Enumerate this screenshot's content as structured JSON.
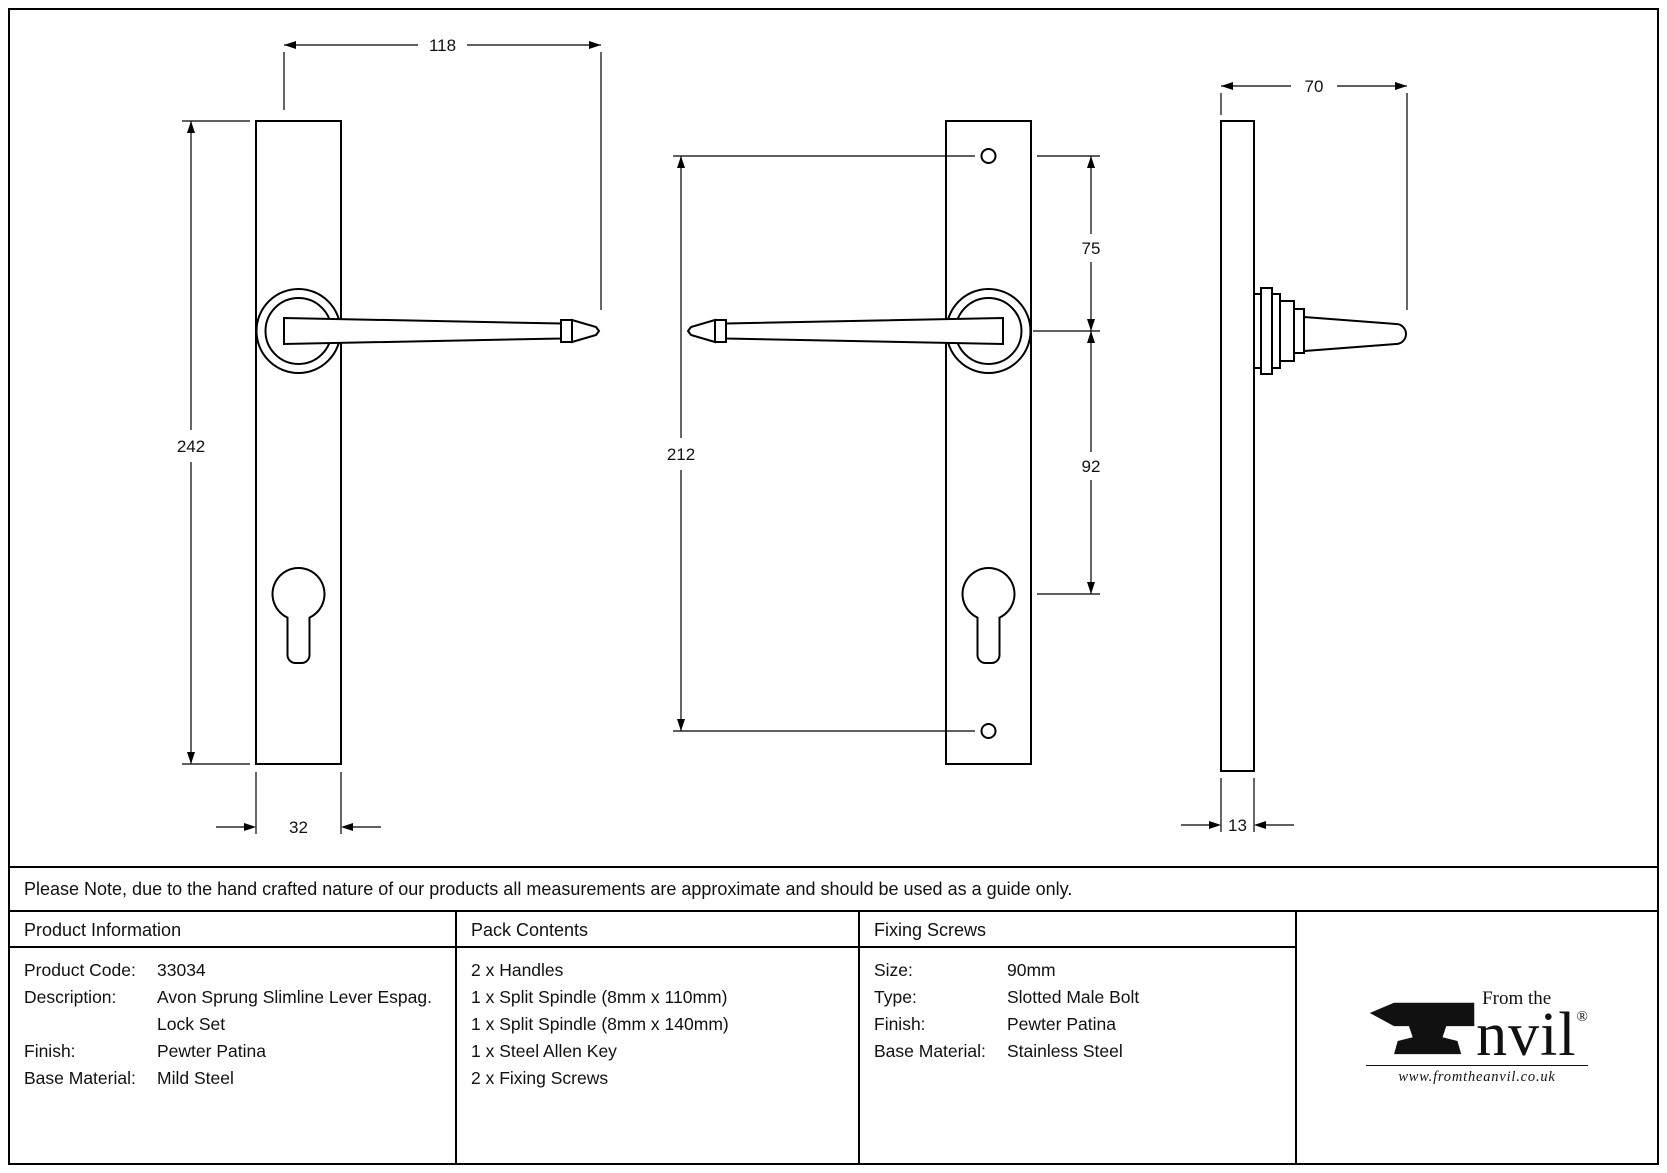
{
  "note": "Please Note, due to the hand crafted nature of our products all measurements are approximate and should be used as a guide only.",
  "drawing": {
    "front": {
      "lever_length": "118",
      "plate_height": "242",
      "plate_width": "32"
    },
    "middle": {
      "hole_spacing": "212",
      "top_hole_to_handle": "75",
      "handle_to_keyhole": "92"
    },
    "side": {
      "projection": "70",
      "plate_thickness": "13"
    }
  },
  "product_info": {
    "header": "Product Information",
    "rows": [
      {
        "label": "Product Code:",
        "value": "33034"
      },
      {
        "label": "Description:",
        "value": "Avon Sprung Slimline Lever Espag. Lock Set"
      },
      {
        "label": "Finish:",
        "value": "Pewter Patina"
      },
      {
        "label": "Base Material:",
        "value": "Mild Steel"
      }
    ]
  },
  "pack_contents": {
    "header": "Pack Contents",
    "items": [
      "2 x Handles",
      "1 x Split Spindle (8mm x 110mm)",
      "1 x Split Spindle (8mm x 140mm)",
      "1 x Steel Allen Key",
      "2 x Fixing Screws"
    ]
  },
  "fixing_screws": {
    "header": "Fixing Screws",
    "rows": [
      {
        "label": "Size:",
        "value": "90mm"
      },
      {
        "label": "Type:",
        "value": "Slotted Male Bolt"
      },
      {
        "label": "Finish:",
        "value": "Pewter Patina"
      },
      {
        "label": "Base Material:",
        "value": "Stainless Steel"
      }
    ]
  },
  "logo": {
    "from_the": "From the",
    "wordmark": "nvil",
    "registered": "®",
    "url": "www.fromtheanvil.co.uk"
  },
  "colors": {
    "line": "#000000",
    "background": "#ffffff"
  }
}
